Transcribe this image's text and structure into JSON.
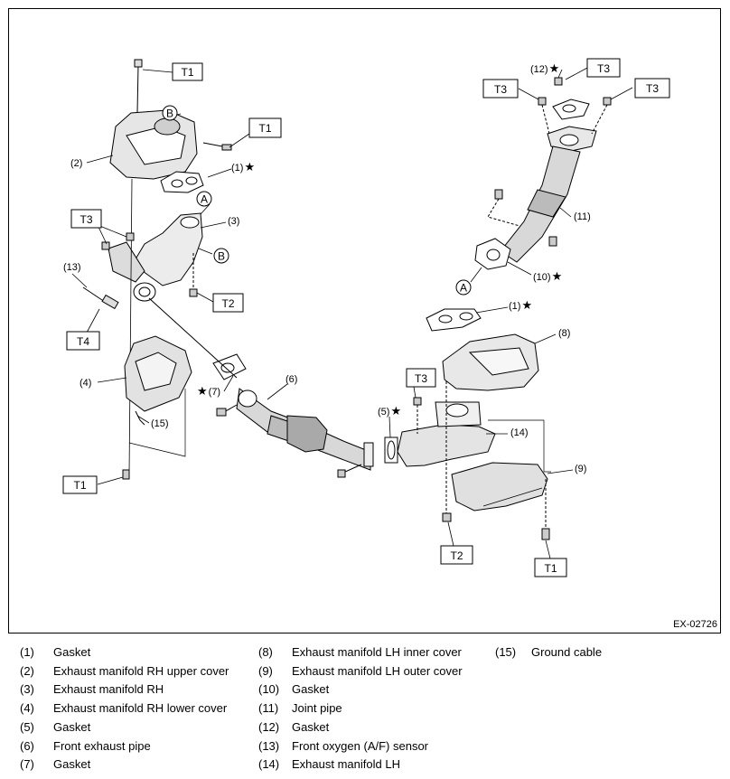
{
  "figure_code": "EX-02726",
  "torque_labels": [
    "T1",
    "T1",
    "T1",
    "T1",
    "T2",
    "T2",
    "T3",
    "T3",
    "T3",
    "T3",
    "T3",
    "T4"
  ],
  "view_markers": [
    "A",
    "A",
    "B",
    "B"
  ],
  "callouts": [
    {
      "text": "(1)",
      "star": true
    },
    {
      "text": "(2)",
      "star": false
    },
    {
      "text": "(3)",
      "star": false
    },
    {
      "text": "(4)",
      "star": false
    },
    {
      "text": "(5)",
      "star": true
    },
    {
      "text": "(6)",
      "star": false
    },
    {
      "text": "(7)",
      "star": true
    },
    {
      "text": "(8)",
      "star": false
    },
    {
      "text": "(9)",
      "star": false
    },
    {
      "text": "(10)",
      "star": true
    },
    {
      "text": "(11)",
      "star": false
    },
    {
      "text": "(12)",
      "star": true
    },
    {
      "text": "(13)",
      "star": false
    },
    {
      "text": "(14)",
      "star": false
    },
    {
      "text": "(15)",
      "star": false
    },
    {
      "text": "(1)",
      "star": true
    }
  ],
  "legend": [
    {
      "num": "(1)",
      "text": "Gasket"
    },
    {
      "num": "(2)",
      "text": "Exhaust manifold RH upper cover"
    },
    {
      "num": "(3)",
      "text": "Exhaust manifold RH"
    },
    {
      "num": "(4)",
      "text": "Exhaust manifold RH lower cover"
    },
    {
      "num": "(5)",
      "text": "Gasket"
    },
    {
      "num": "(6)",
      "text": "Front exhaust pipe"
    },
    {
      "num": "(7)",
      "text": "Gasket"
    },
    {
      "num": "(8)",
      "text": "Exhaust manifold LH inner cover"
    },
    {
      "num": "(9)",
      "text": "Exhaust manifold LH outer cover"
    },
    {
      "num": "(10)",
      "text": "Gasket"
    },
    {
      "num": "(11)",
      "text": "Joint pipe"
    },
    {
      "num": "(12)",
      "text": "Gasket"
    },
    {
      "num": "(13)",
      "text": "Front oxygen (A/F) sensor"
    },
    {
      "num": "(14)",
      "text": "Exhaust manifold LH"
    },
    {
      "num": "(15)",
      "text": "Ground cable"
    }
  ],
  "star_glyph": "★"
}
